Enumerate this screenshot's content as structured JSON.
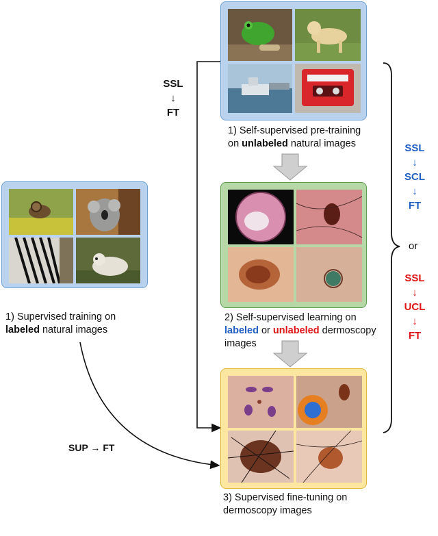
{
  "labels": {
    "ssl_ft_top": "SSL",
    "ssl_ft_arrow": "↓",
    "ssl_ft_bottom": "FT",
    "sup_ft": "SUP → FT",
    "or": "or"
  },
  "chain_blue": {
    "s1": "SSL",
    "a1": "↓",
    "s2": "SCL",
    "a2": "↓",
    "s3": "FT",
    "color": "#1f5fc4"
  },
  "chain_red": {
    "s1": "SSL",
    "a1": "↓",
    "s2": "UCL",
    "a2": "↓",
    "s3": "FT",
    "color": "#e01515"
  },
  "captions": {
    "step1_line1": "1) Supervised training on",
    "step1_bold": "labeled",
    "step1_rest": " natural images",
    "ssl_line1": "1) Self-supervised pre-training",
    "ssl_pre": "on ",
    "ssl_bold": "unlabeled",
    "ssl_rest": " natural images",
    "step2_line1": "2) Self-supervised learning on",
    "step2_labeled": "labeled",
    "step2_or": " or ",
    "step2_unlabeled": "unlabeled",
    "step2_rest": " dermoscopy",
    "step2_line3": "images",
    "step3_line1": "3) Supervised fine-tuning on",
    "step3_line2": "dermoscopy images"
  },
  "colors": {
    "panel_blue": "#b9d3ee",
    "panel_green": "#b6d8a6",
    "panel_yellow": "#fde6a0",
    "label_blue": "#1f5fc4",
    "label_red": "#e01515"
  }
}
